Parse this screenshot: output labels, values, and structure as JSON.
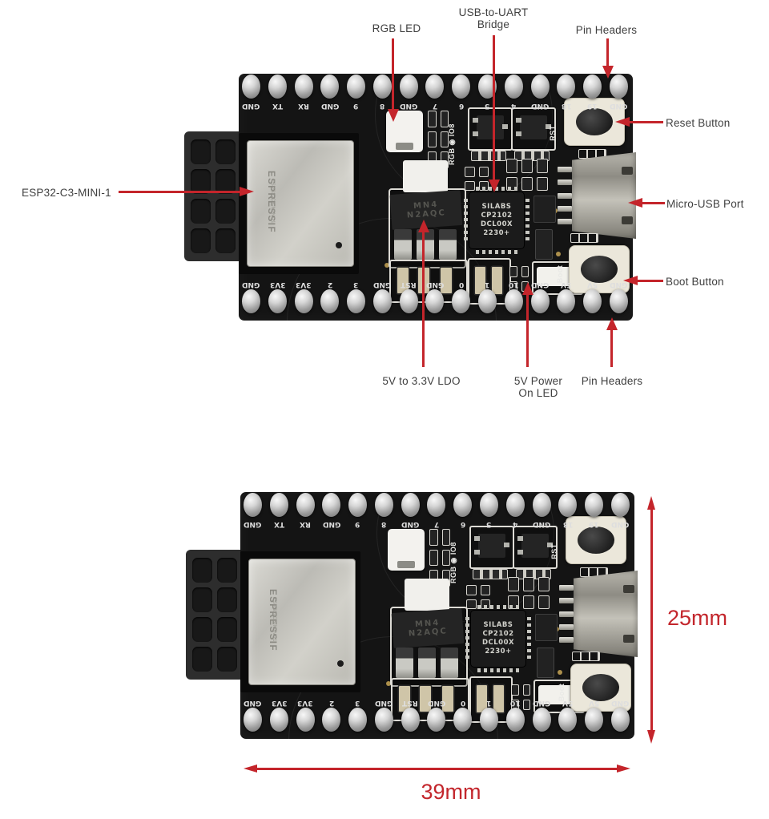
{
  "colors": {
    "annotation_red": "#c4252b",
    "dimension_red": "#c3262c",
    "label_gray": "#3f3f3f",
    "pcb_black": "#141414",
    "shield_silver": "#c9c8c2"
  },
  "board": {
    "top_pins": [
      "GND",
      "TX",
      "RX",
      "GND",
      "9",
      "8",
      "GND",
      "7",
      "6",
      "5",
      "4",
      "GND",
      "18",
      "19",
      "GND"
    ],
    "bottom_pins": [
      "GND",
      "3V3",
      "3V3",
      "2",
      "3",
      "GND",
      "RST",
      "GND",
      "0",
      "1",
      "10",
      "GND",
      "5V",
      "5V",
      "GND"
    ],
    "module": {
      "brand": "ESPRESSIF",
      "model": "ESP32-C3-MINI-1"
    },
    "usb_uart_chip": [
      "SILABS",
      "CP2102",
      "DCL00X",
      "2230+"
    ],
    "ldo_chip": [
      "MN4",
      "N2AQC"
    ],
    "silkscreen": {
      "rst": "RST",
      "boot": "Boot",
      "rgb_io8": "RGB ◉ IO8"
    }
  },
  "annotations": {
    "rgb_led": {
      "text": "RGB LED"
    },
    "usb_uart": {
      "line1": "USB-to-UART",
      "line2": "Bridge"
    },
    "pin_headers_top": {
      "text": "Pin Headers"
    },
    "reset_button": {
      "text": "Reset Button"
    },
    "micro_usb": {
      "text": "Micro-USB Port"
    },
    "boot_button": {
      "text": "Boot Button"
    },
    "esp32_module": {
      "text": "ESP32-C3-MINI-1"
    },
    "ldo": {
      "text": "5V to 3.3V LDO"
    },
    "power_led": {
      "line1": "5V Power",
      "line2": "On LED"
    },
    "pin_headers_bottom": {
      "text": "Pin Headers"
    }
  },
  "dimensions": {
    "height_label": "25mm",
    "width_label": "39mm"
  }
}
